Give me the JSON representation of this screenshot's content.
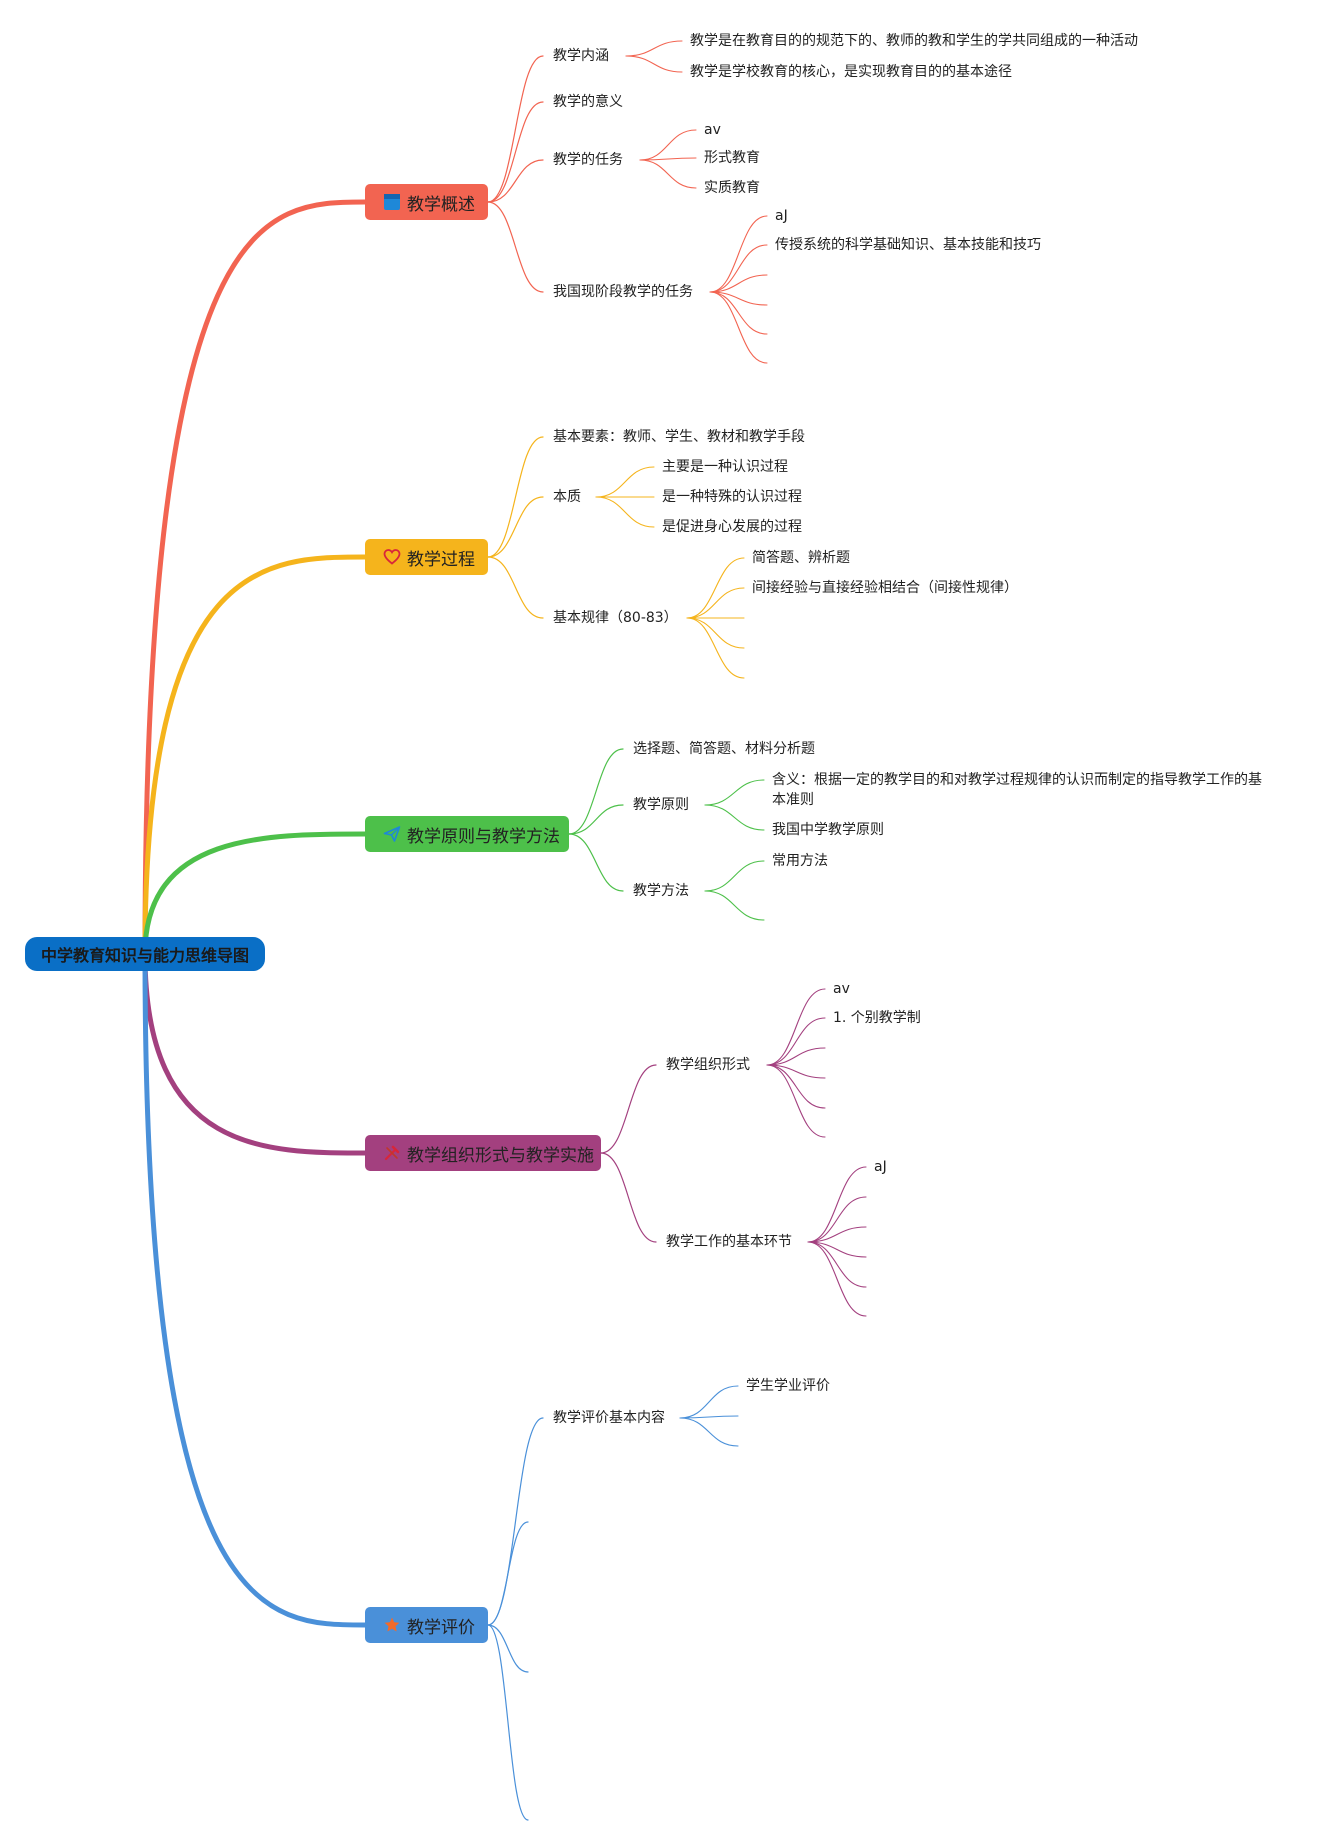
{
  "root": {
    "label": "中学教育知识与能力思维导图",
    "color": "#0a6fc6"
  },
  "branches": [
    {
      "id": "b1",
      "label": "教学概述",
      "icon": "blue-square-icon",
      "color": "#f26451",
      "children": [
        {
          "label": "教学内涵",
          "children": [
            {
              "label": "教学是在教育目的的规范下的、教师的教和学生的学共同组成的一种活动"
            },
            {
              "label": "教学是学校教育的核心，是实现教育目的的基本途径"
            }
          ]
        },
        {
          "label": "教学的意义"
        },
        {
          "label": "教学的任务",
          "children": [
            {
              "label": "av"
            },
            {
              "label": "形式教育"
            },
            {
              "label": "实质教育"
            }
          ]
        },
        {
          "label": "我国现阶段教学的任务",
          "children": [
            {
              "label": "aJ"
            },
            {
              "label": "传授系统的科学基础知识、基本技能和技巧"
            },
            {
              "label": ""
            },
            {
              "label": ""
            },
            {
              "label": ""
            },
            {
              "label": ""
            }
          ]
        }
      ]
    },
    {
      "id": "b2",
      "label": "教学过程",
      "icon": "heart-icon",
      "color": "#f5b41c",
      "children": [
        {
          "label": "基本要素：教师、学生、教材和教学手段"
        },
        {
          "label": "本质",
          "children": [
            {
              "label": "主要是一种认识过程"
            },
            {
              "label": "是一种特殊的认识过程"
            },
            {
              "label": "是促进身心发展的过程"
            }
          ]
        },
        {
          "label": "基本规律（80-83）",
          "children": [
            {
              "label": "简答题、辨析题"
            },
            {
              "label": "间接经验与直接经验相结合（间接性规律）"
            },
            {
              "label": ""
            },
            {
              "label": ""
            },
            {
              "label": ""
            }
          ]
        }
      ]
    },
    {
      "id": "b3",
      "label": "教学原则与教学方法",
      "icon": "paper-plane-icon",
      "color": "#4dc04a",
      "children": [
        {
          "label": "选择题、简答题、材料分析题"
        },
        {
          "label": "教学原则",
          "children": [
            {
              "label": "含义：根据一定的教学目的和对教学过程规律的认识而制定的指导教学工作的基本准则"
            },
            {
              "label": "我国中学教学原则"
            }
          ]
        },
        {
          "label": "教学方法",
          "children": [
            {
              "label": "常用方法"
            },
            {
              "label": ""
            }
          ]
        }
      ]
    },
    {
      "id": "b4",
      "label": "教学组织形式与教学实施",
      "icon": "tools-icon",
      "color": "#a3407f",
      "children": [
        {
          "label": "教学组织形式",
          "children": [
            {
              "label": "av"
            },
            {
              "label": "1. 个别教学制"
            },
            {
              "label": ""
            },
            {
              "label": ""
            },
            {
              "label": ""
            },
            {
              "label": ""
            }
          ]
        },
        {
          "label": "教学工作的基本环节",
          "children": [
            {
              "label": "aJ"
            },
            {
              "label": ""
            },
            {
              "label": ""
            },
            {
              "label": ""
            },
            {
              "label": ""
            },
            {
              "label": ""
            }
          ]
        }
      ]
    },
    {
      "id": "b5",
      "label": "教学评价",
      "icon": "star-icon",
      "color": "#4a90d9",
      "children": [
        {
          "label": "教学评价基本内容",
          "children": [
            {
              "label": "学生学业评价"
            },
            {
              "label": ""
            },
            {
              "label": ""
            }
          ]
        },
        {
          "label": ""
        },
        {
          "label": ""
        },
        {
          "label": ""
        }
      ]
    }
  ]
}
